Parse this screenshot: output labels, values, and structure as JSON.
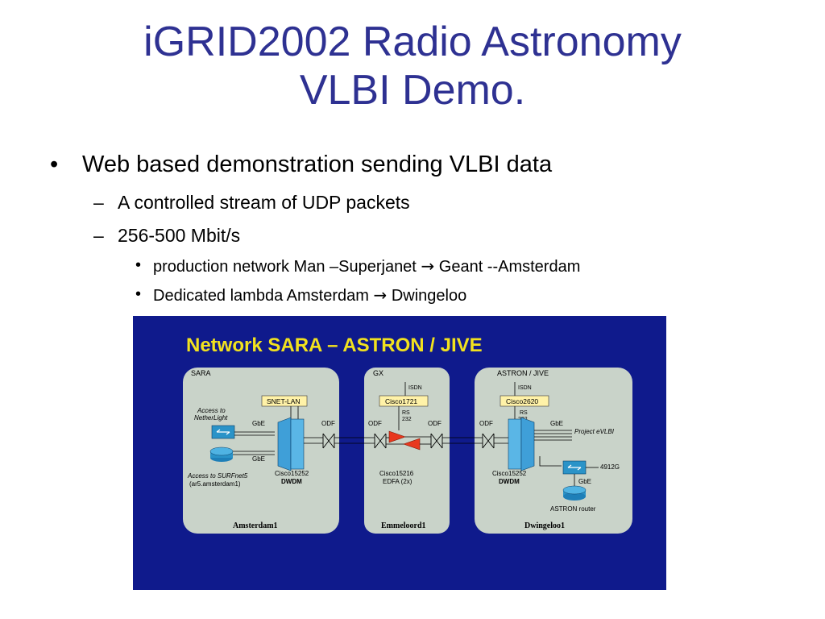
{
  "slide": {
    "title_line1": "iGRID2002 Radio Astronomy",
    "title_line2": "VLBI Demo.",
    "bullet_main": "Web based demonstration sending VLBI data",
    "sub_bullets": [
      "A controlled stream of UDP packets",
      "256-500 Mbit/s"
    ],
    "subsub": [
      {
        "before": "production network Man –Superjanet",
        "arrow": "→",
        "after": "Geant --Amsterdam"
      },
      {
        "before": "Dedicated lambda Amsterdam",
        "arrow": "→",
        "after": "Dwingeloo"
      }
    ]
  },
  "diagram": {
    "title": "Network SARA – ASTRON / JIVE",
    "panels": [
      {
        "header": "SARA",
        "footer": "Amsterdam1"
      },
      {
        "header": "GX",
        "footer": "Emmeloord1"
      },
      {
        "header": "ASTRON / JIVE",
        "footer": "Dwingeloo1"
      }
    ],
    "labels": {
      "snet_lan": "SNET-LAN",
      "cisco1721": "Cisco1721",
      "cisco2620": "Cisco2620",
      "isdn": "ISDN",
      "rs": "RS",
      "n232": "232",
      "gbe": "GbE",
      "odf": "ODF",
      "access_nl_1": "Access to",
      "access_nl_2": "NetherLight",
      "access_surf_1": "Access to SURFnet5",
      "access_surf_2": "(ar5.amsterdam1)",
      "cisco15252": "Cisco15252",
      "dwdm": "DWDM",
      "cisco15216": "Cisco15216",
      "edfa": "EDFA (2x)",
      "project_evlbi": "Project eVLBI",
      "s4912g": "4912G",
      "astron_router": "ASTRON router"
    },
    "colors": {
      "background": "#0f1a8c",
      "title": "#f2e21e",
      "panel": "#c9d3c9",
      "device_box": "#fff2a8",
      "mux": "#3f9fd8",
      "amp": "#e8381e",
      "switch": "#2a93c8"
    }
  }
}
